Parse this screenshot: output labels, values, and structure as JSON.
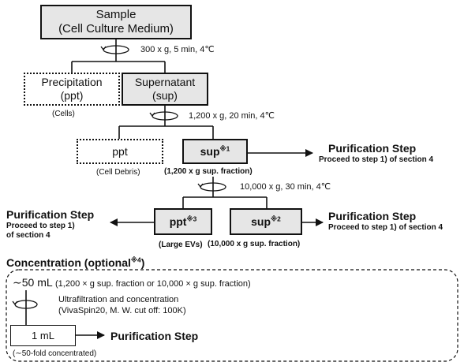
{
  "sample_box": {
    "line1": "Sample",
    "line2": "(Cell Culture Medium)"
  },
  "centrifuge": {
    "c1": "300 x g, 5 min, 4℃",
    "c2": "1,200 x g, 20 min, 4℃",
    "c3": "10,000 x g, 30 min, 4℃"
  },
  "precipitation_box": {
    "line1": "Precipitation",
    "line2": "(ppt)",
    "caption": "(Cells)"
  },
  "supernatant_box": {
    "line1": "Supernatant",
    "line2": "(sup)"
  },
  "ppt_debris_box": {
    "label": "ppt",
    "caption": "(Cell Debris)"
  },
  "sup1_box": {
    "label": "sup",
    "mark": "※1",
    "caption": "(1,200 x g sup. fraction)"
  },
  "ppt3_box": {
    "label": "ppt",
    "mark": "※3",
    "caption": "(Large EVs)"
  },
  "sup2_box": {
    "label": "sup",
    "mark": "※2",
    "caption": "(10,000 x g sup. fraction)"
  },
  "purification_right_1": {
    "title": "Purification Step",
    "subtitle": "Proceed to step 1) of section 4"
  },
  "purification_left": {
    "title": "Purification Step",
    "subtitle_line1": "Proceed to step 1)",
    "subtitle_line2": "of section 4"
  },
  "purification_right_2": {
    "title": "Purification Step",
    "subtitle": "Proceed to step 1) of section 4"
  },
  "concentration": {
    "heading": "Concentration (optional",
    "heading_mark": "※4",
    "heading_close": ")",
    "volume_big": "∼50 mL",
    "volume_note": "(1,200 × g sup. fraction or 10,000 × g sup. fraction)",
    "ultra_line1": "Ultrafiltration and concentration",
    "ultra_line2": "(VivaSpin20, M. W. cut off: 100K)",
    "box_label": "1 mL",
    "purification": "Purification Step",
    "fold_note": "(∼50-fold concentrated)"
  }
}
